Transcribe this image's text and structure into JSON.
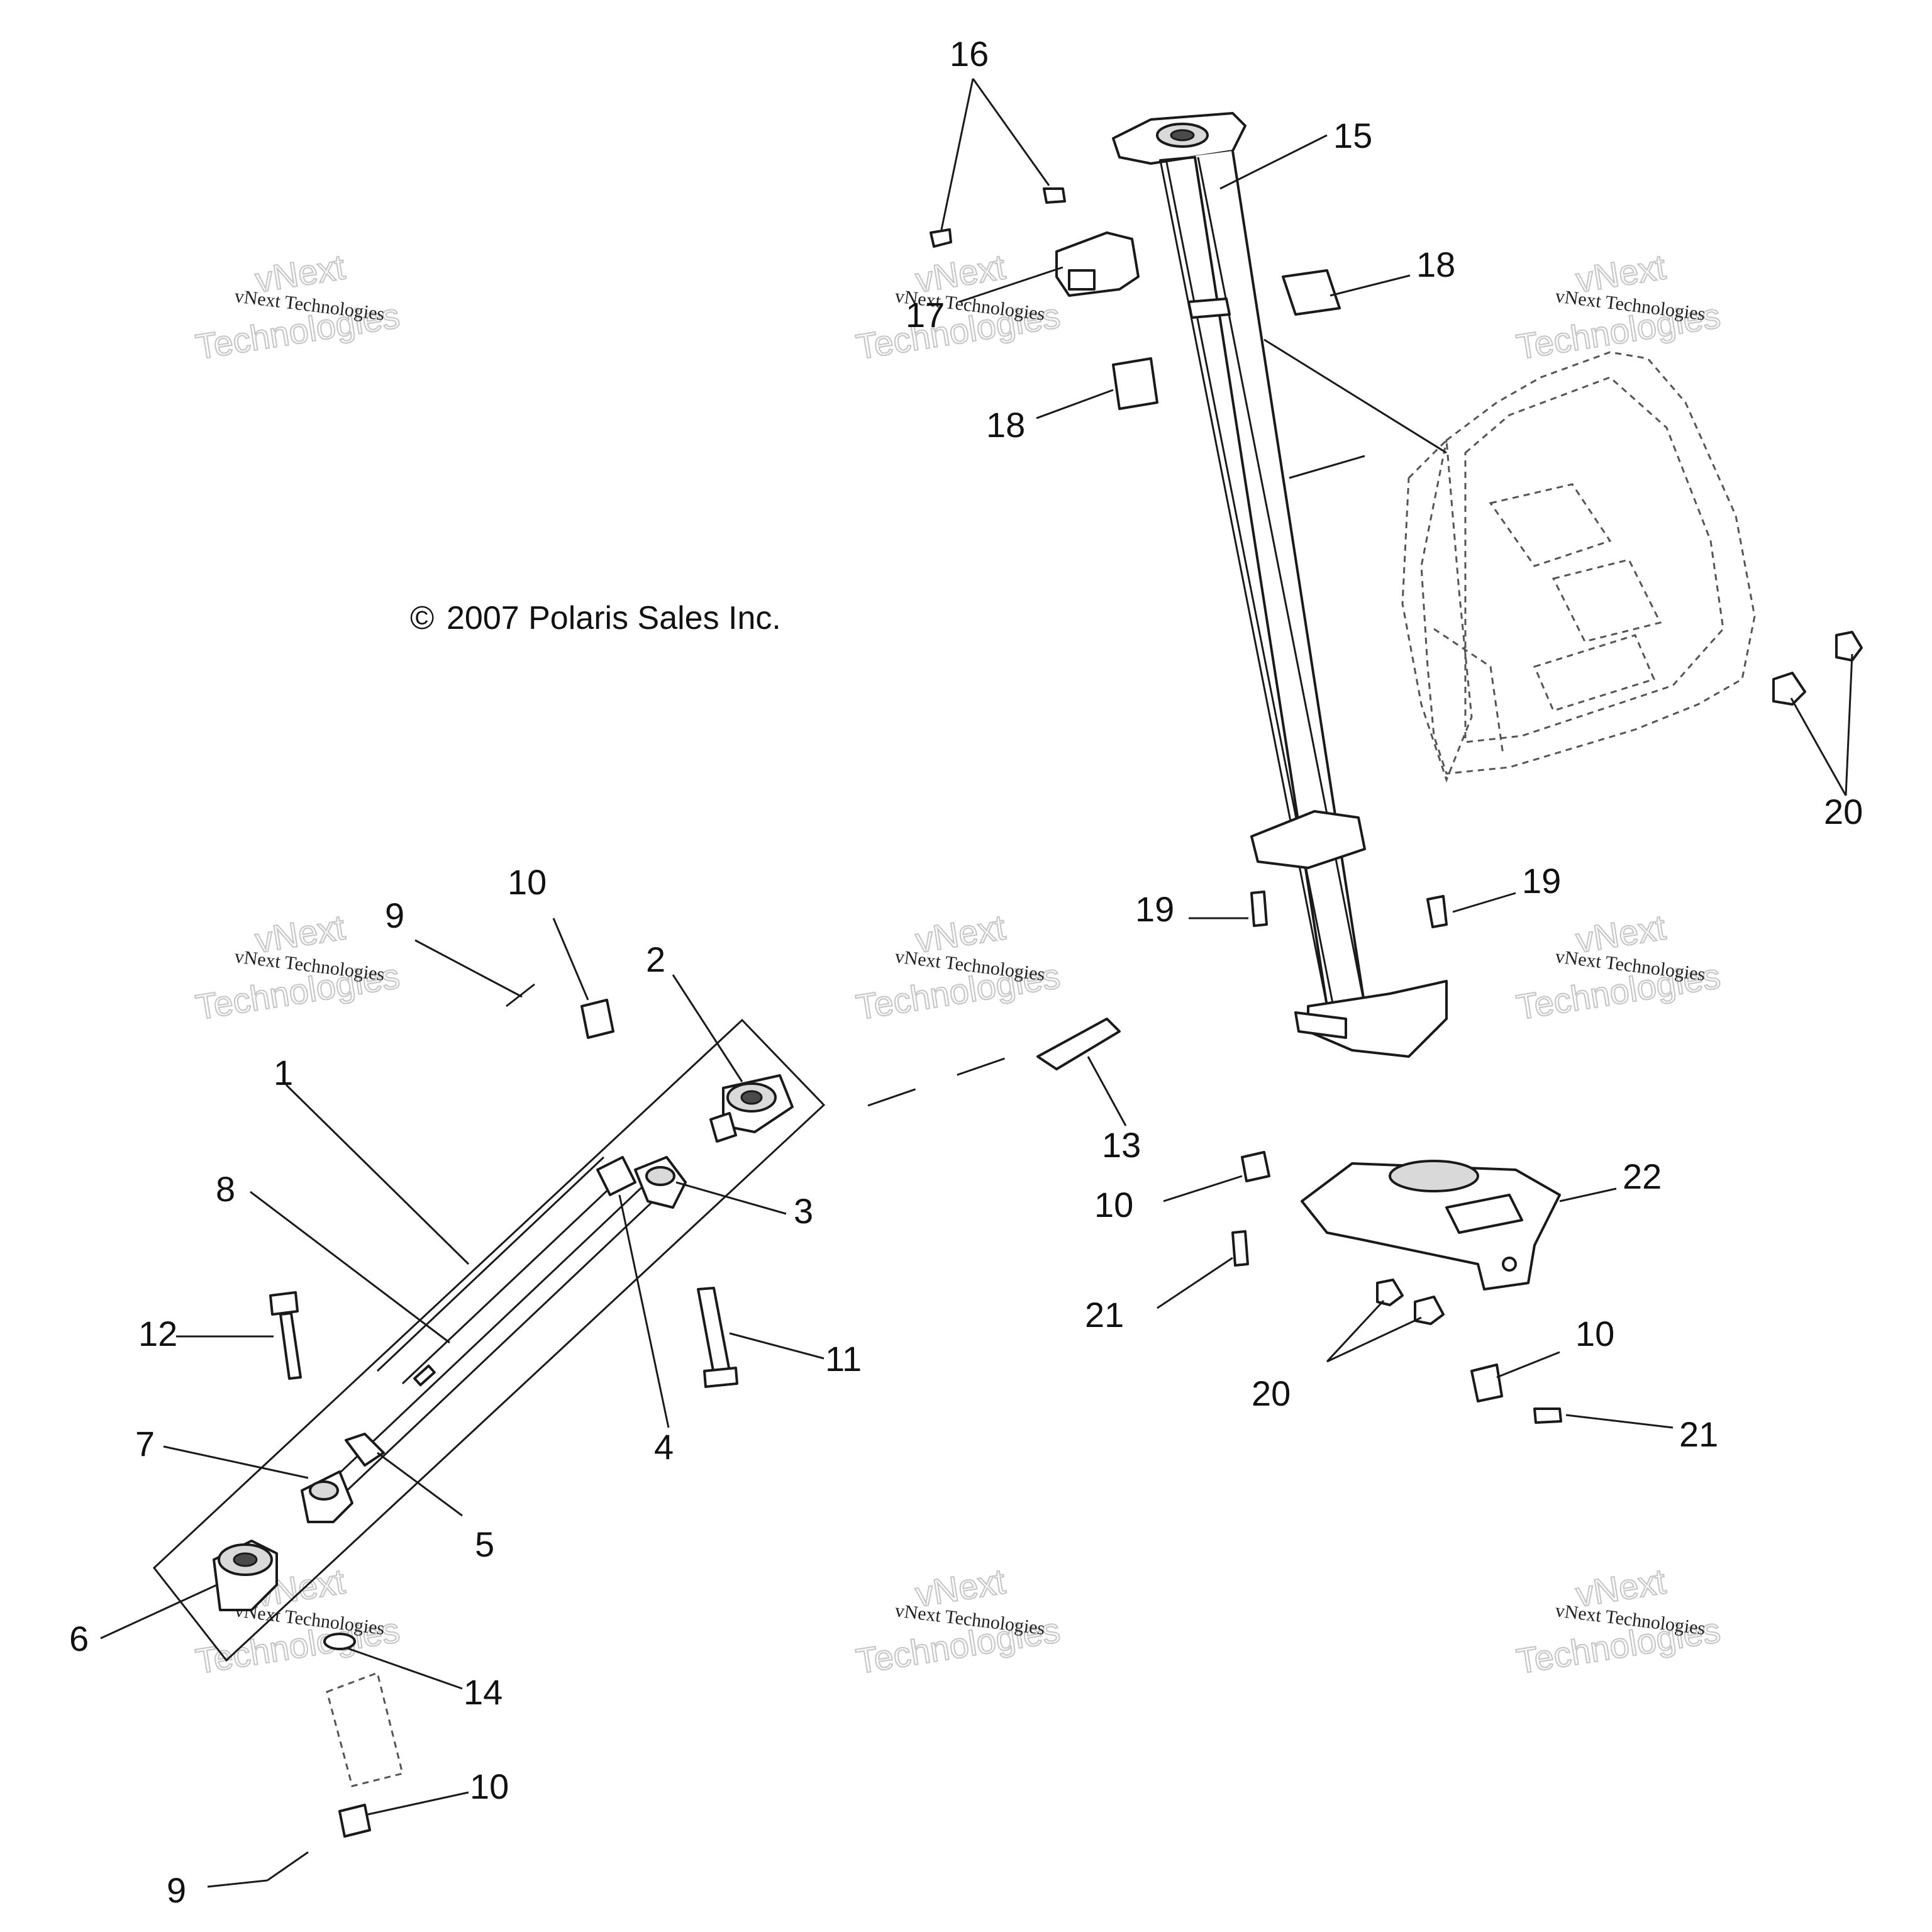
{
  "copyright": "2007 Polaris Sales Inc.",
  "copyright_symbol": "©",
  "watermark": {
    "brand_small": "vNext Technologies",
    "brand_large_1": "vNext",
    "brand_large_2": "Technologies"
  },
  "callouts": {
    "c1": "1",
    "c2": "2",
    "c3": "3",
    "c4": "4",
    "c5": "5",
    "c6": "6",
    "c7": "7",
    "c8": "8",
    "c9a": "9",
    "c9b": "9",
    "c10a": "10",
    "c10b": "10",
    "c10c": "10",
    "c10d": "10",
    "c11": "11",
    "c12": "12",
    "c13": "13",
    "c14": "14",
    "c15": "15",
    "c16": "16",
    "c17": "17",
    "c18a": "18",
    "c18b": "18",
    "c19a": "19",
    "c19b": "19",
    "c20a": "20",
    "c20b": "20",
    "c21a": "21",
    "c21b": "21",
    "c22": "22"
  },
  "colors": {
    "line": "#1a1a1a",
    "watermark": "#c8c8c8",
    "background": "#ffffff"
  }
}
